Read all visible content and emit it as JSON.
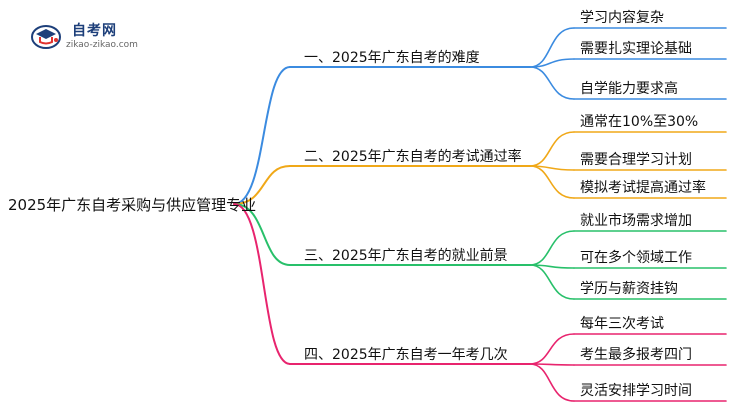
{
  "logo": {
    "name": "自考网",
    "url": "zikao-zikao.com",
    "icon": "graduation-cap-icon",
    "colors": {
      "primary": "#1d3f7a",
      "accent": "#e0322e"
    }
  },
  "root": "2025年广东自考采购与供应管理专业",
  "branches": [
    {
      "label": "一、2025年广东自考的难度",
      "color": "#3b8be0",
      "leaves": [
        "学习内容复杂",
        "需要扎实理论基础",
        "自学能力要求高"
      ]
    },
    {
      "label": "二、2025年广东自考的考试通过率",
      "color": "#f0a818",
      "leaves": [
        "通常在10%至30%",
        "需要合理学习计划",
        "模拟考试提高通过率"
      ]
    },
    {
      "label": "三、2025年广东自考的就业前景",
      "color": "#28c06a",
      "leaves": [
        "就业市场需求增加",
        "可在多个领域工作",
        "学历与薪资挂钩"
      ]
    },
    {
      "label": "四、2025年广东自考一年考几次",
      "color": "#e8246e",
      "leaves": [
        "每年三次考试",
        "考生最多报考四门",
        "灵活安排学习时间"
      ]
    }
  ]
}
